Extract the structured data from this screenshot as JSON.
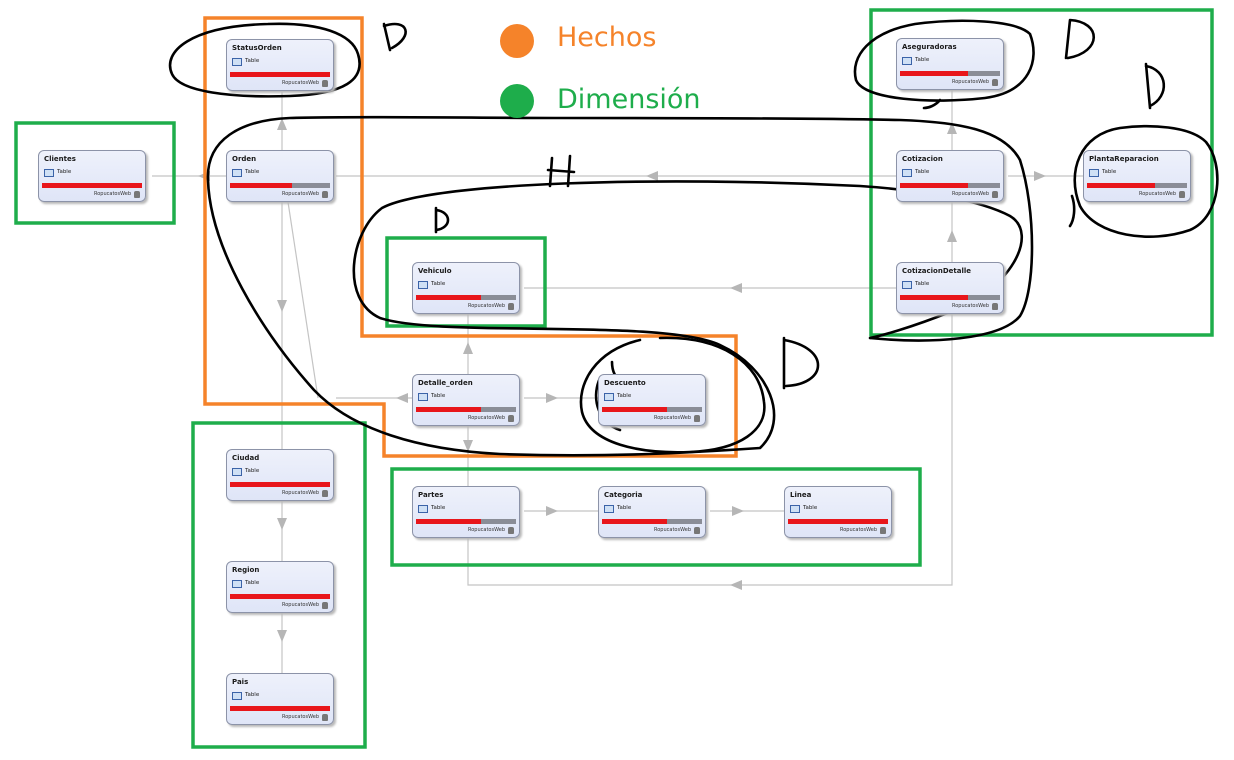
{
  "legend": {
    "facts": {
      "label": "Hechos",
      "color": "#F5832A"
    },
    "dimensions": {
      "label": "Dimensión",
      "color": "#1EAD4B"
    }
  },
  "table_type": "Table",
  "table_source": "RopucatosWeb",
  "tables": {
    "statusorden": {
      "name": "StatusOrden",
      "fill": 1.0
    },
    "clientes": {
      "name": "Clientes",
      "fill": 1.0
    },
    "orden": {
      "name": "Orden",
      "fill": 0.62
    },
    "aseguradoras": {
      "name": "Aseguradoras",
      "fill": 0.68
    },
    "cotizacion": {
      "name": "Cotizacion",
      "fill": 0.68
    },
    "plantareparacion": {
      "name": "PlantaReparacion",
      "fill": 0.68
    },
    "cotizaciondetalle": {
      "name": "CotizacionDetalle",
      "fill": 0.68
    },
    "vehiculo": {
      "name": "Vehiculo",
      "fill": 0.65
    },
    "detalle_orden": {
      "name": "Detalle_orden",
      "fill": 0.65
    },
    "descuento": {
      "name": "Descuento",
      "fill": 0.65
    },
    "ciudad": {
      "name": "Ciudad",
      "fill": 1.0
    },
    "region": {
      "name": "Region",
      "fill": 1.0
    },
    "pais": {
      "name": "Pais",
      "fill": 1.0
    },
    "partes": {
      "name": "Partes",
      "fill": 0.65
    },
    "categoria": {
      "name": "Categoria",
      "fill": 0.65
    },
    "linea": {
      "name": "Linea",
      "fill": 1.0
    }
  },
  "annotations": {
    "d1": "D",
    "d2": "D",
    "d3": "D",
    "d4": "D",
    "d5": "D",
    "h": "H"
  }
}
